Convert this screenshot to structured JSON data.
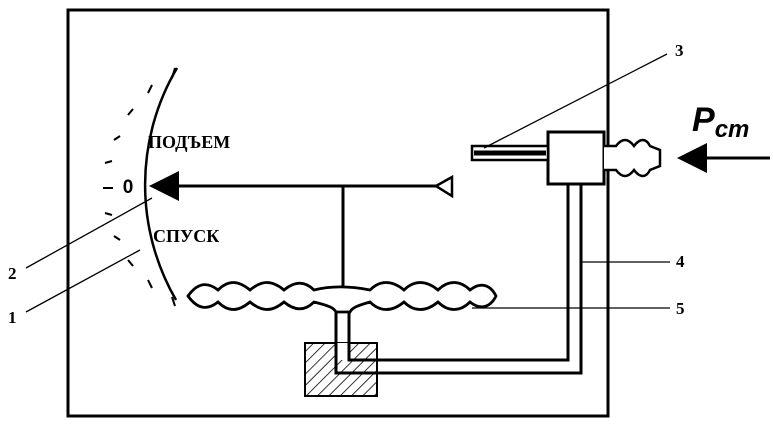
{
  "diagram": {
    "scale_zero_label": "0",
    "label_climb": "ПОДЪЕМ",
    "label_descent": "СПУСК",
    "pressure_label_main": "P",
    "pressure_label_sub": "ст",
    "callouts": [
      "1",
      "2",
      "3",
      "4",
      "5"
    ]
  }
}
